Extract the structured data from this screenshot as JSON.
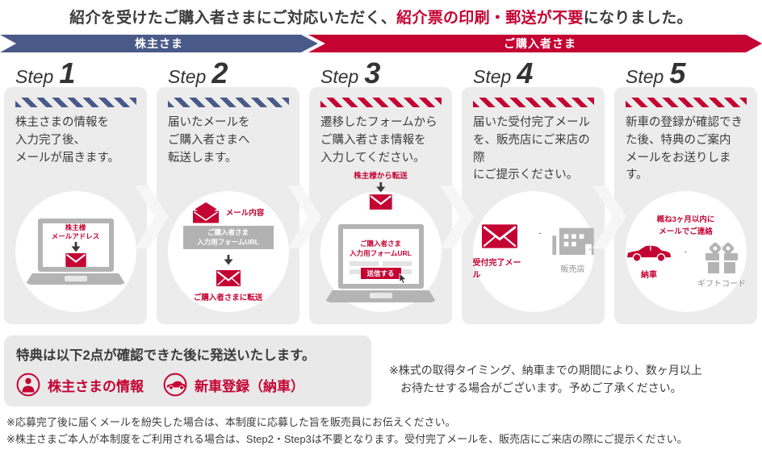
{
  "colors": {
    "navy": "#4a5a88",
    "red": "#c40333",
    "card_bg": "#ececec",
    "icon_gray": "#b4b4b4",
    "text_dark": "#3c3c3c"
  },
  "title": {
    "part1": "紹介を受けたご購入者さまにご対応いただく、",
    "highlight": "紹介票の印刷・郵送が不要",
    "part2": "になりました。"
  },
  "banner": {
    "shareholder": "株主さま",
    "purchaser": "ご購入者さま"
  },
  "steps": [
    {
      "label": "Step",
      "number": "1",
      "theme": "navy",
      "description": "株主さまの情報を\n入力完了後、\nメールが届きます。",
      "screen_label": "株主様\nメールアドレス",
      "icons": [
        "laptop-icon",
        "down-arrow-icon",
        "mail-icon"
      ]
    },
    {
      "label": "Step",
      "number": "2",
      "theme": "navy",
      "description": "届いたメールを\nご購入者さまへ\n転送します。",
      "mail_title": "メール内容",
      "url_box": "ご購入者さま\n入力用フォームURL",
      "forward_label": "ご購入者さまに転送",
      "icons": [
        "open-mail-icon",
        "down-arrow-icon",
        "mail-icon"
      ]
    },
    {
      "label": "Step",
      "number": "3",
      "theme": "red",
      "description": "遷移したフォームから\nご購入者さま情報を\n入力してください。",
      "top_label": "株主様から転送",
      "screen_title": "ご購入者さま\n入力用フォームURL",
      "submit_label": "送信する",
      "icons": [
        "mail-icon",
        "laptop-icon",
        "cursor-icon"
      ]
    },
    {
      "label": "Step",
      "number": "4",
      "theme": "red",
      "description": "届いた受付完了メール\nを、販売店にご来店の際\nにご提示ください。",
      "mail_label": "受付完了メール",
      "store_label": "販売店",
      "icons": [
        "mail-icon",
        "right-arrow-icon",
        "store-icon"
      ]
    },
    {
      "label": "Step",
      "number": "5",
      "theme": "red",
      "description": "新車の登録が確認でき\nた後、特典のご案内\nメールをお送りします。",
      "note": "概ね3ヶ月以内に\nメールでご連絡",
      "car_label": "納車",
      "gift_label": "ギフトコード",
      "icons": [
        "car-icon",
        "right-arrow-icon",
        "gift-icon"
      ]
    }
  ],
  "benefits": {
    "title": "特典は以下2点が確認できた後に発送いたします。",
    "items": [
      {
        "label": "株主さまの情報",
        "icon": "person-icon"
      },
      {
        "label": "新車登録（納車）",
        "icon": "car-icon"
      }
    ]
  },
  "side_note": "※株式の取得タイミング、納車までの期間により、数ヶ月以上\nお待たせする場合がございます。予めご了承ください。",
  "footnotes": [
    "※応募完了後に届くメールを紛失した場合は、本制度に応募した旨を販売員にお伝えください。",
    "※株主さまご本人が本制度をご利用される場合は、Step2・Step3は不要となります。受付完了メールを、販売店にご来店の際にご提示ください。"
  ]
}
